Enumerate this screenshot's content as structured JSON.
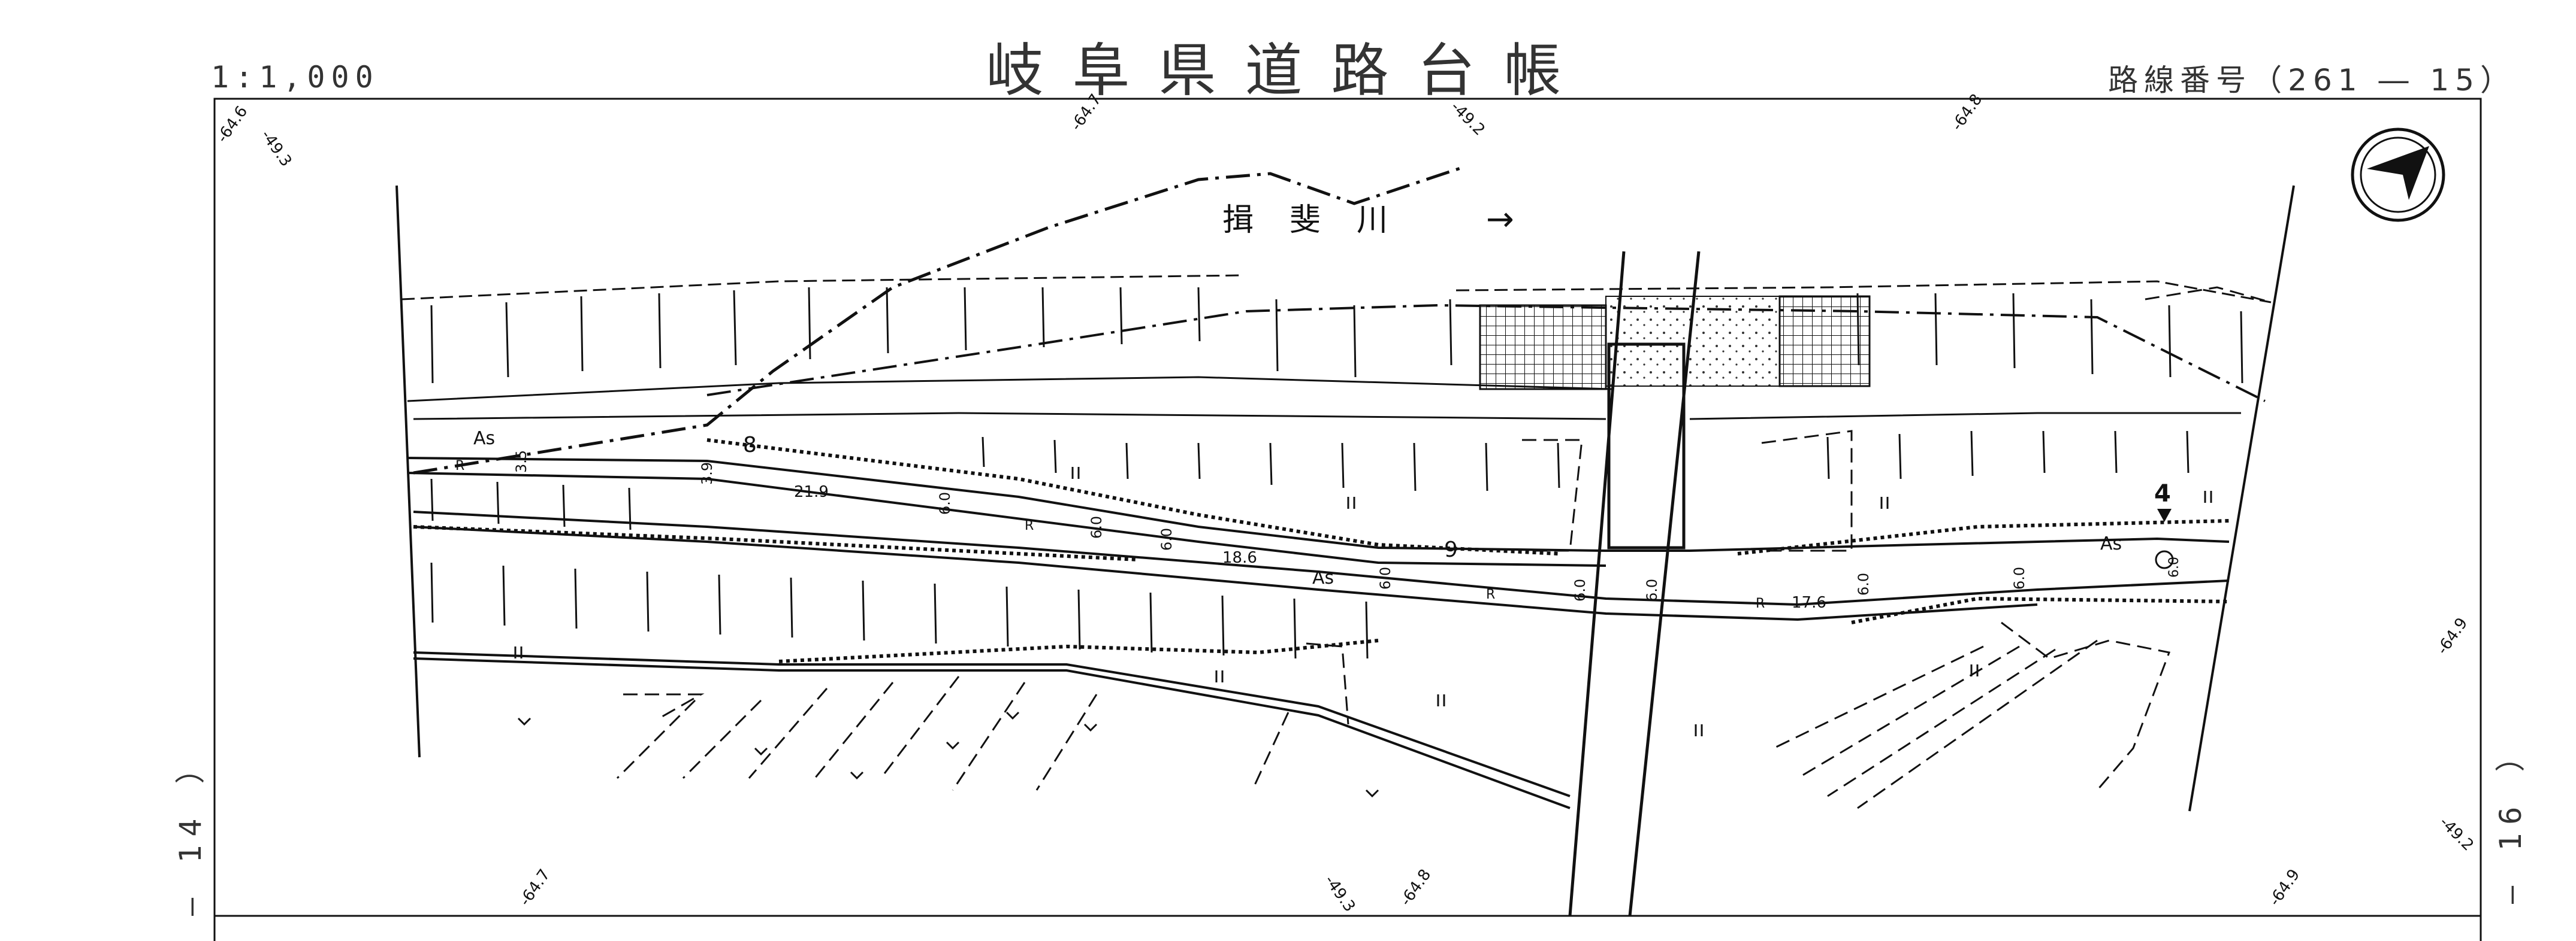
{
  "header": {
    "title": "岐阜県道路台帳",
    "scale": "1:1,000",
    "route_number": "路線番号（261 ― 15）"
  },
  "adjacent_sheets": {
    "left": "― 14 ）",
    "right": "― 16 ）"
  },
  "map": {
    "river_name": "揖斐川",
    "river_arrow": "→",
    "grid_ticks": {
      "top": [
        "-64.6",
        "-49.3",
        "-64.7",
        "-49.2",
        "-64.8"
      ],
      "bottom": [
        "-64.7",
        "-49.3",
        "-64.8",
        "-64.9"
      ],
      "right": [
        "-64.9",
        "-49.2"
      ]
    },
    "surface_labels": [
      "As",
      "As",
      "As"
    ],
    "curb_labels": [
      "R",
      "R",
      "R",
      "R"
    ],
    "widths": [
      "3.5",
      "3.9",
      "21.9",
      "6.0",
      "6.0",
      "6.0",
      "18.6",
      "6.0",
      "6.0",
      "6.0",
      "17.6",
      "6.0",
      "6.0",
      "6.0"
    ],
    "station_labels": [
      "8",
      "9",
      "4"
    ],
    "north_arrow": "north-arrow"
  }
}
